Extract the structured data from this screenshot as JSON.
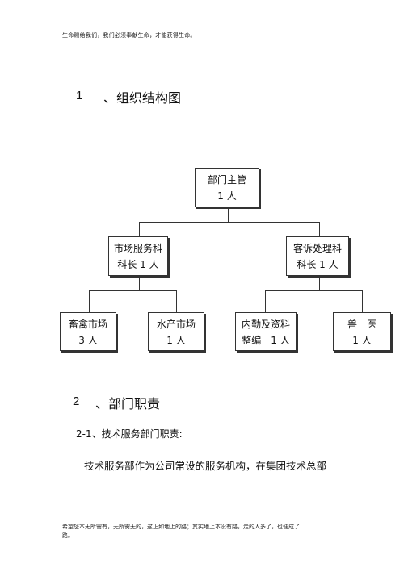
{
  "header": {
    "text": "生命赐给我们，我们必须奉献生命，才能获得生命。"
  },
  "section1": {
    "number": "1",
    "title": "、组织结构图"
  },
  "org": {
    "root": {
      "line1": "部门主管",
      "line2": "1 人"
    },
    "market": {
      "line1": "市场服务科",
      "line2": "科长 1 人"
    },
    "complaint": {
      "line1": "客诉处理科",
      "line2": "科长 1 人"
    },
    "livestock": {
      "line1": "畜禽市场",
      "line2": "3 人"
    },
    "aquatic": {
      "line1": "水产市场",
      "line2": "1 人"
    },
    "logistics": {
      "line1": "内勤及资料",
      "line2": "整编　1 人"
    },
    "vet": {
      "line1": "兽　医",
      "line2": "1 人"
    }
  },
  "section2": {
    "number": "2",
    "title": "、部门职责",
    "subtitle": "2-1、技术服务部门职责:",
    "paragraph": "技术服务部作为公司常设的服务机构，在集团技术总部"
  },
  "footer": {
    "text": "希望您本无所需有，无所需无的，这正如地上的路；其实地上本没有路，走的人多了，也便成了路。"
  }
}
